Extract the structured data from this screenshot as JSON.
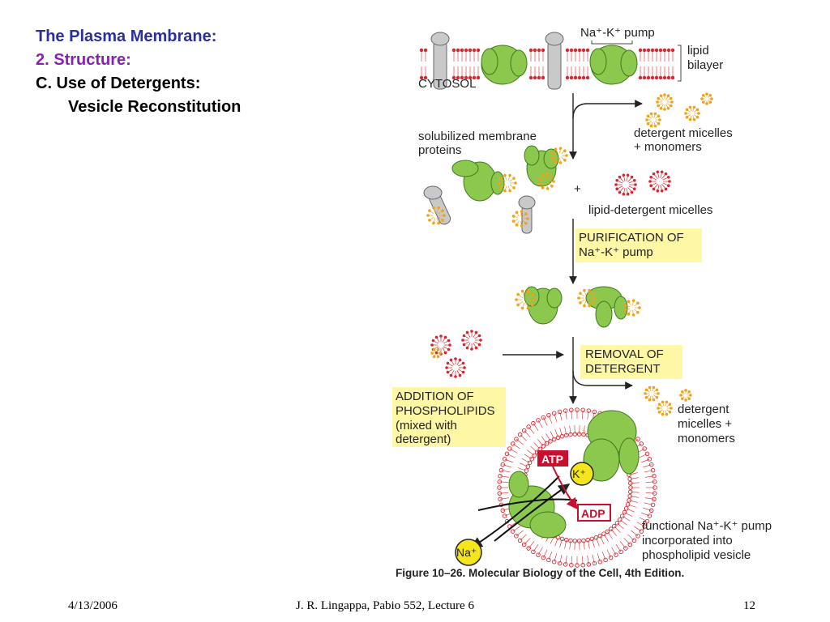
{
  "slide": {
    "title_line1": "The Plasma Membrane:",
    "title_line2": "2. Structure:",
    "title_line3": "C.  Use of Detergents:",
    "title_line4": "Vesicle Reconstitution"
  },
  "figure": {
    "labels": {
      "pump": "Na⁺-K⁺ pump",
      "lipid_bilayer_1": "lipid",
      "lipid_bilayer_2": "bilayer",
      "cytosol": "CYTOSOL",
      "solubilized_1": "solubilized membrane",
      "solubilized_2": "proteins",
      "detergent_micelles_1": "detergent micelles",
      "detergent_micelles_2": "+ monomers",
      "plus": "+",
      "lipid_detergent_micelles": "lipid-detergent micelles",
      "purification_1": "PURIFICATION OF",
      "purification_2": "Na⁺-K⁺ pump",
      "removal_1": "REMOVAL OF",
      "removal_2": "DETERGENT",
      "addition_1": "ADDITION OF",
      "addition_2": "PHOSPHOLIPIDS",
      "addition_3": "(mixed with",
      "addition_4": "detergent)",
      "out_micelles_1": "detergent",
      "out_micelles_2": "micelles +",
      "out_micelles_3": "monomers",
      "atp": "ATP",
      "adp": "ADP",
      "k_ion": "K⁺",
      "na_ion": "Na⁺",
      "functional_1": "functional Na⁺-K⁺ pump",
      "functional_2": "incorporated into",
      "functional_3": "phospholipid vesicle"
    },
    "caption": "Figure 10–26. Molecular Biology of the Cell, 4th Edition.",
    "colors": {
      "protein": "#8dc84e",
      "protein_stroke": "#3f7a1d",
      "lipid_head": "#d7262e",
      "detergent_head": "#f0a21c",
      "highlight_box": "#fdf7a6",
      "atp_box": "#c8102e",
      "ion_circle": "#f5e51c"
    }
  },
  "footer": {
    "date": "4/13/2006",
    "course": "J. R. Lingappa, Pabio 552, Lecture 6",
    "page": "12"
  }
}
